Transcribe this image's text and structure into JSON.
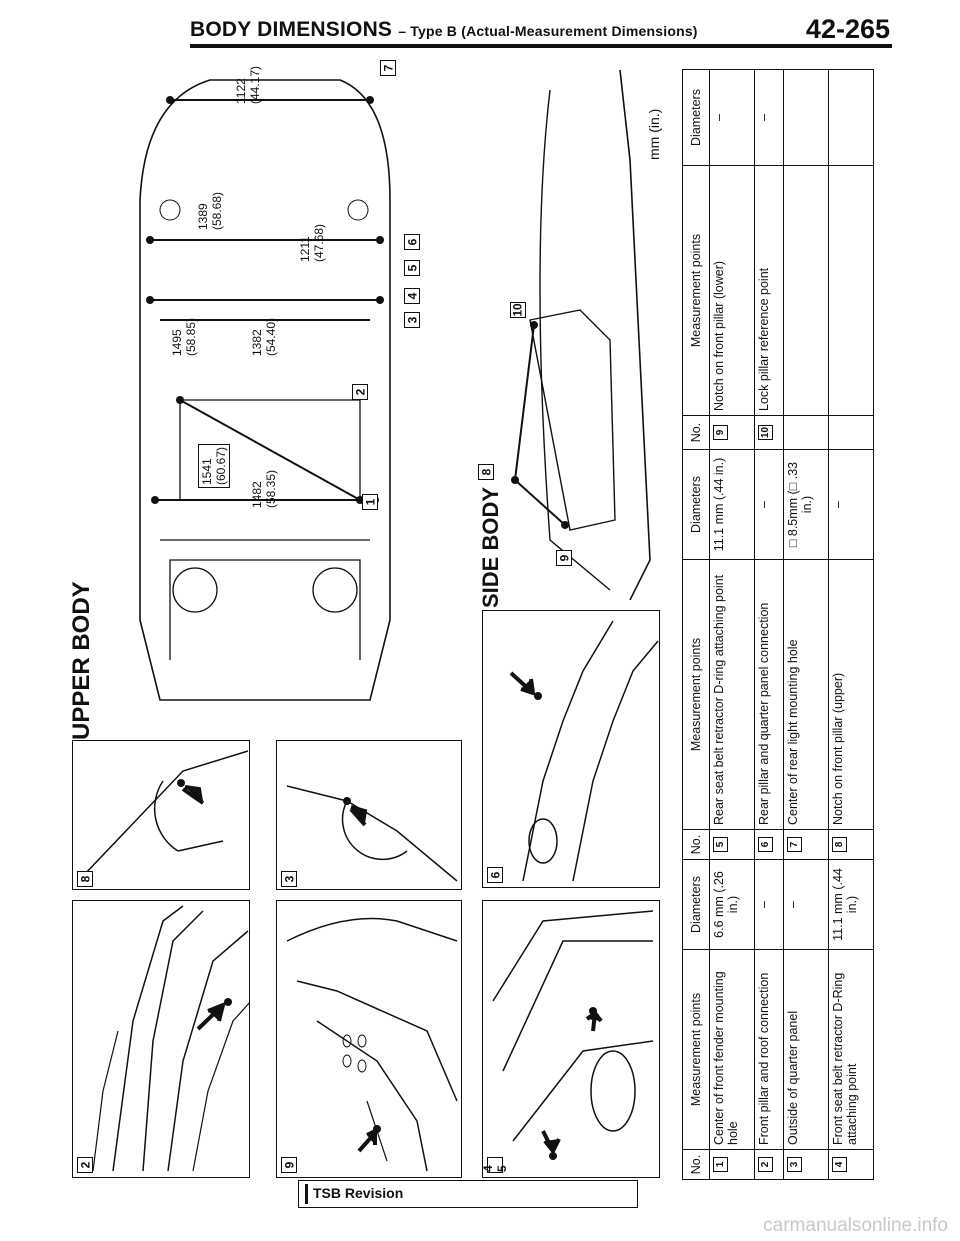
{
  "header": {
    "title": "BODY DIMENSIONS",
    "subtitle": "– Type B (Actual-Measurement Dimensions)",
    "page_number": "42-265"
  },
  "section_labels": {
    "upper_body": "UPPER BODY",
    "side_body": "SIDE BODY",
    "unit": "mm (in.)"
  },
  "detail_views": [
    {
      "label": "2"
    },
    {
      "label": "8"
    },
    {
      "label": "3"
    },
    {
      "label": "9"
    },
    {
      "label": "4 5"
    },
    {
      "label": "6"
    }
  ],
  "diagram_labels": {
    "upper": [
      "1",
      "2",
      "3",
      "4",
      "5",
      "6",
      "7"
    ],
    "side": [
      "8",
      "9",
      "10"
    ]
  },
  "dimensions": [
    {
      "value": "1122",
      "inches": "(44.17)"
    },
    {
      "value": "1389",
      "inches": "(58.68)"
    },
    {
      "value": "1211",
      "inches": "(47.68)"
    },
    {
      "value": "1495",
      "inches": "(58.85)"
    },
    {
      "value": "1382",
      "inches": "(54.40)"
    },
    {
      "value": "1541",
      "inches": "(60.67)"
    },
    {
      "value": "1482",
      "inches": "(58.35)"
    }
  ],
  "table": {
    "headers": [
      "No.",
      "Measurement points",
      "Diameters",
      "No.",
      "Measurement points",
      "Diameters",
      "No.",
      "Measurement points",
      "Diameters"
    ],
    "rows": [
      [
        "1",
        "Center of front fender mounting hole",
        "6.6 mm (.26 in.)",
        "5",
        "Rear seat belt retractor D-ring attaching point",
        "11.1 mm (.44 in.)",
        "9",
        "Notch on front pillar (lower)",
        "–"
      ],
      [
        "2",
        "Front pillar and roof connection",
        "–",
        "6",
        "Rear pillar and quarter panel connection",
        "–",
        "10",
        "Lock pillar reference point",
        "–"
      ],
      [
        "3",
        "Outside of quarter panel",
        "–",
        "7",
        "Center of rear light mounting hole",
        "□ 8.5mm (□ .33 in.)",
        "",
        "",
        ""
      ],
      [
        "4",
        "Front seat belt retractor D-Ring attaching point",
        "11.1 mm (.44 in.)",
        "8",
        "Notch on front pillar (upper)",
        "–",
        "",
        "",
        ""
      ]
    ]
  },
  "footer": {
    "revision_label": "TSB Revision"
  },
  "watermark": "carmanualsonline.info"
}
